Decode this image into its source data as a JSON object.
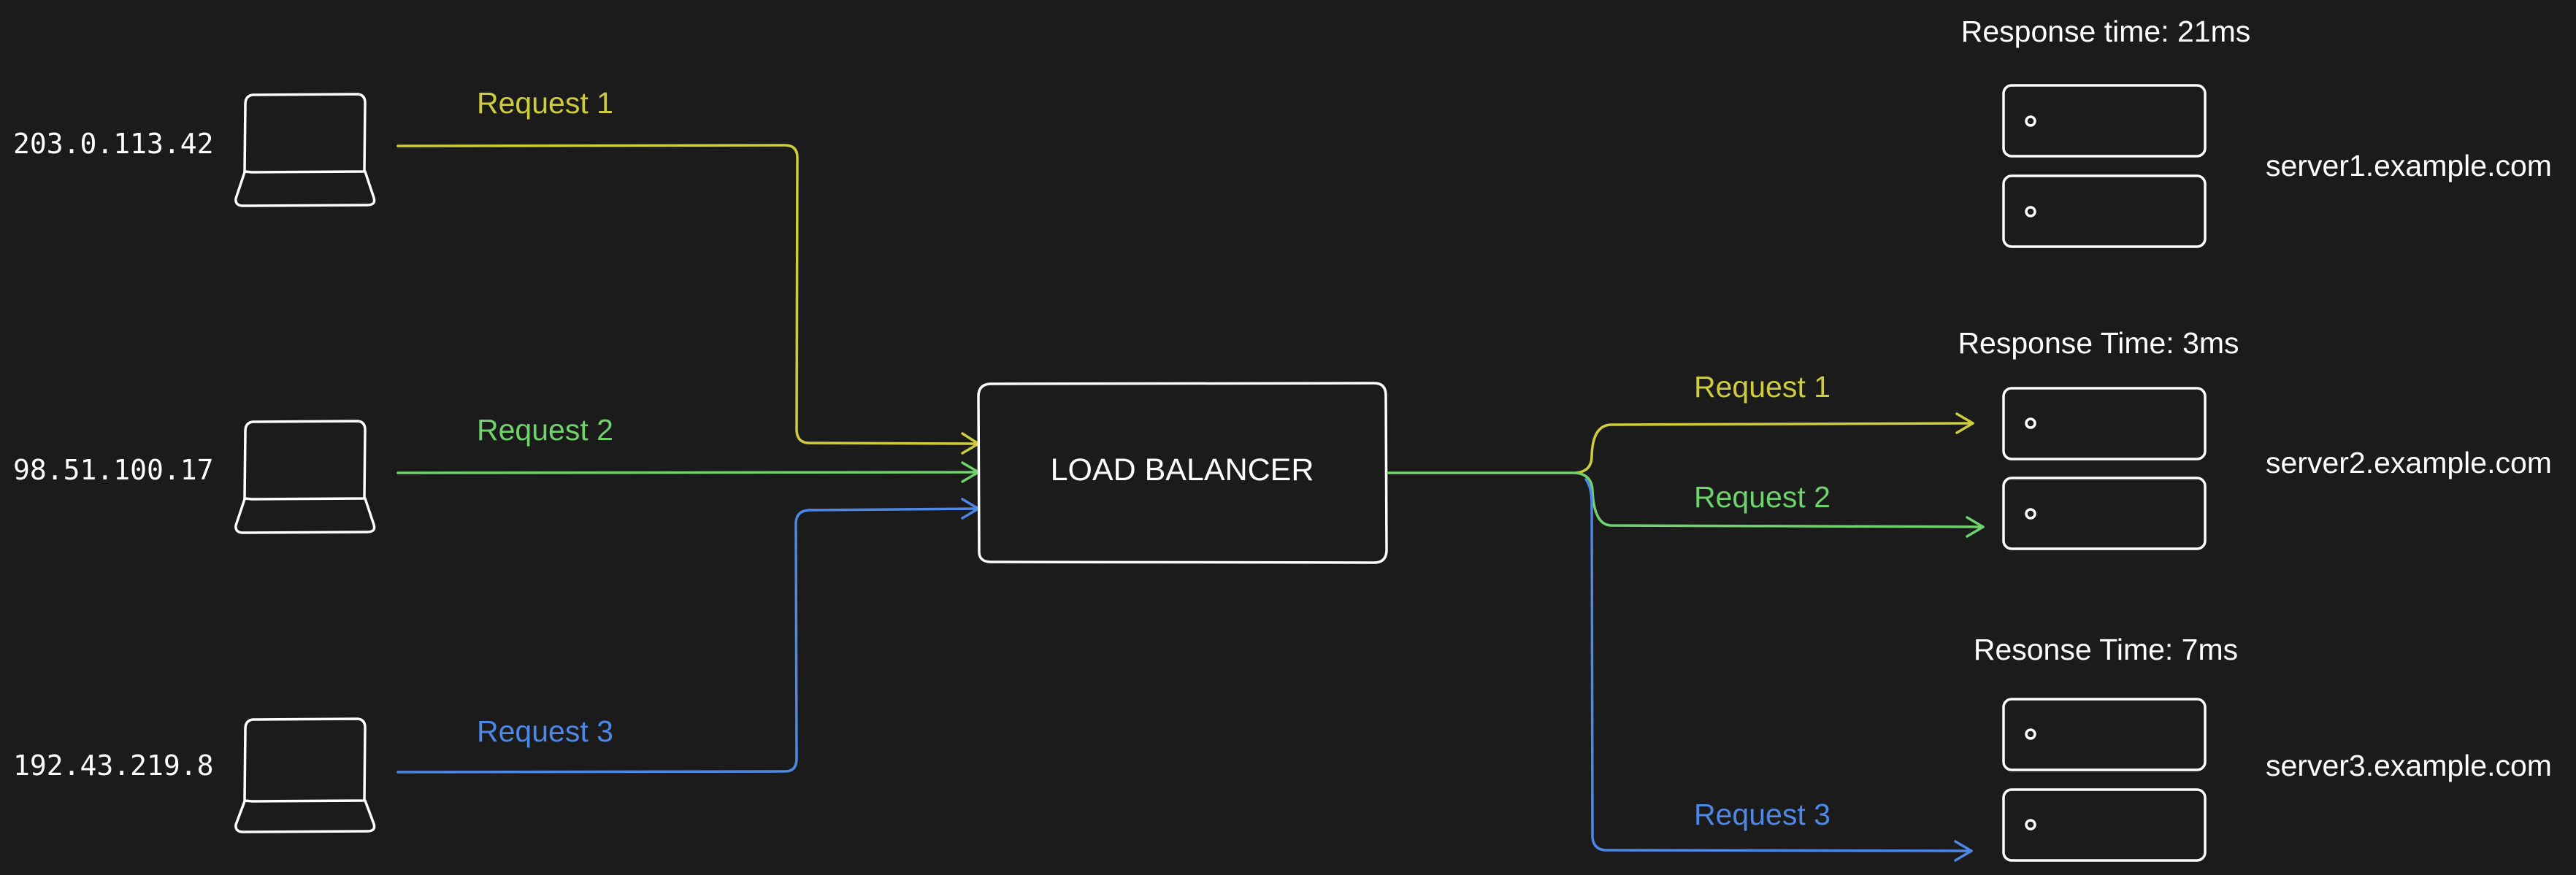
{
  "colors": {
    "background": "#1b1b1b",
    "request1": "#cfcd3d",
    "request2": "#6fd36c",
    "request3": "#4e88e6",
    "foreground": "#ffffff"
  },
  "clients": [
    {
      "ip": "203.0.113.42",
      "icon": "laptop-icon"
    },
    {
      "ip": "98.51.100.17",
      "icon": "laptop-icon"
    },
    {
      "ip": "192.43.219.8",
      "icon": "laptop-icon"
    }
  ],
  "incoming_requests": [
    {
      "label": "Request 1"
    },
    {
      "label": "Request 2"
    },
    {
      "label": "Request 3"
    }
  ],
  "load_balancer": {
    "label": "LOAD BALANCER"
  },
  "outgoing_requests": [
    {
      "label": "Request 1"
    },
    {
      "label": "Request 2"
    },
    {
      "label": "Request 3"
    }
  ],
  "servers": [
    {
      "name": "server1.example.com",
      "response_time": "Response time: 21ms",
      "icon": "server-icon"
    },
    {
      "name": "server2.example.com",
      "response_time": "Response Time: 3ms",
      "icon": "server-icon"
    },
    {
      "name": "server3.example.com",
      "response_time": "Resonse Time: 7ms",
      "icon": "server-icon"
    }
  ]
}
